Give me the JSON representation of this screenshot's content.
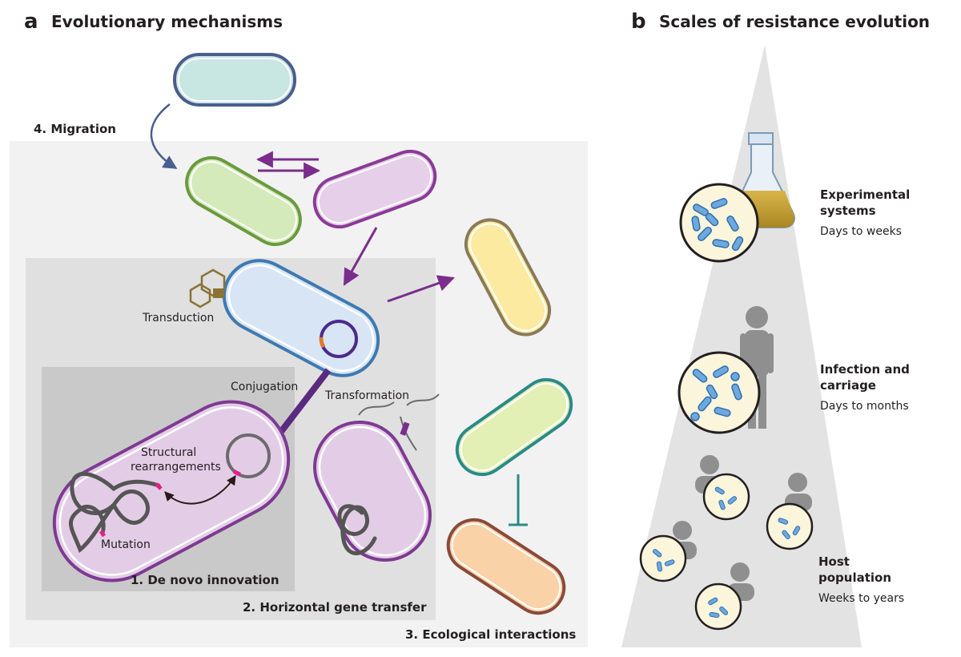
{
  "panel_a": {
    "letter": "a",
    "title": "Evolutionary mechanisms",
    "labels": {
      "migration": "4. Migration",
      "transduction": "Transduction",
      "conjugation": "Conjugation",
      "transformation": "Transformation",
      "structural_line1": "Structural",
      "structural_line2": "rearrangements",
      "mutation": "Mutation",
      "de_novo": "1. De novo innovation",
      "hgt": "2. Horizontal gene transfer",
      "ecological": "3. Ecological interactions"
    }
  },
  "panel_b": {
    "letter": "b",
    "title": "Scales of resistance evolution",
    "levels": [
      {
        "line1": "Experimental",
        "line2": "systems",
        "time": "Days to weeks"
      },
      {
        "line1": "Infection and",
        "line2": "carriage",
        "time": "Days to months"
      },
      {
        "line1": "Host",
        "line2": "population",
        "time": "Weeks to years"
      }
    ]
  },
  "colors": {
    "arrow_purple": "#7b2d8b",
    "migration_arrow": "#4a5f8f",
    "inhibition_teal": "#2a8a8a",
    "outer_box": "#f2f2f2",
    "hgt_box": "#e0e0e0",
    "denovo_box": "#c9c9c9",
    "triangle": "#e3e3e3",
    "mutation_pink": "#e0218a"
  }
}
